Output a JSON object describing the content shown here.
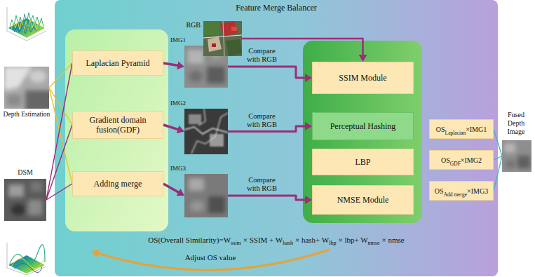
{
  "diagram": {
    "nodes": [
      {
        "text": [
          "Feature Merge Balancer"
        ]
      },
      {
        "text": [
          "Depth Estimation"
        ]
      },
      {
        "text": [
          "DSM"
        ]
      },
      {
        "text": [
          "Laplacian Pyramid"
        ],
        "in": 0
      },
      {
        "text": [
          "Gradient domain fusion(GDF)"
        ],
        "in": 0
      },
      {
        "text": [
          "Adding merge"
        ],
        "in": 0
      },
      {
        "text": [
          "RGB"
        ],
        "in": 0
      },
      {
        "text": [
          "IMG1"
        ],
        "in": 0
      },
      {
        "text": [
          "IMG2"
        ],
        "in": 0
      },
      {
        "text": [
          "IMG3"
        ],
        "in": 0
      },
      {
        "text": [
          "SSIM Module"
        ],
        "in": 0
      },
      {
        "text": [
          "Perceptual Hashing"
        ],
        "in": 0
      },
      {
        "text": [
          "LBP"
        ],
        "in": 0
      },
      {
        "text": [
          "NMSE Module"
        ],
        "in": 0
      },
      {
        "text": [
          "OS",
          "Laplacian",
          "×IMG1"
        ],
        "in": 0
      },
      {
        "text": [
          "OS",
          "GDF",
          "×IMG2"
        ],
        "in": 0
      },
      {
        "text": [
          "OS",
          "Add merge",
          "×IMG3"
        ],
        "in": 0
      },
      {
        "text": [
          "Fused Depth Image"
        ]
      }
    ],
    "edges": [
      {
        "from": 1,
        "to": 3,
        "arrow": "none"
      },
      {
        "from": 1,
        "to": 4,
        "arrow": "none"
      },
      {
        "from": 1,
        "to": 5,
        "arrow": "none"
      },
      {
        "from": 2,
        "to": 3,
        "arrow": "none"
      },
      {
        "from": 2,
        "to": 4,
        "arrow": "none"
      },
      {
        "from": 2,
        "to": 5,
        "arrow": "none"
      },
      {
        "from": 3,
        "to": 7,
        "arrow": "to"
      },
      {
        "from": 4,
        "to": 8,
        "arrow": "to"
      },
      {
        "from": 5,
        "to": 9,
        "arrow": "to"
      },
      {
        "from": 7,
        "to": 10,
        "label": "Compare with RGB",
        "arrow": "to"
      },
      {
        "from": 8,
        "to": 11,
        "label": "Compare with RGB",
        "arrow": "to"
      },
      {
        "from": 9,
        "to": 13,
        "label": "Compare with RGB",
        "arrow": "to"
      },
      {
        "from": 6,
        "to": 10,
        "arrow": "to"
      },
      {
        "from": 14,
        "to": 17,
        "arrow": "none"
      },
      {
        "from": 15,
        "to": 17,
        "arrow": "none"
      },
      {
        "from": 16,
        "to": 17,
        "arrow": "none"
      }
    ],
    "labels": [
      "OS(Overall Similarity)=W",
      "ssim",
      "× SSIM + W",
      "hash",
      "× hash+ W",
      "lbp",
      "× lbp+ W",
      "nmse",
      "× nmse",
      "Adjust OS value"
    ]
  }
}
